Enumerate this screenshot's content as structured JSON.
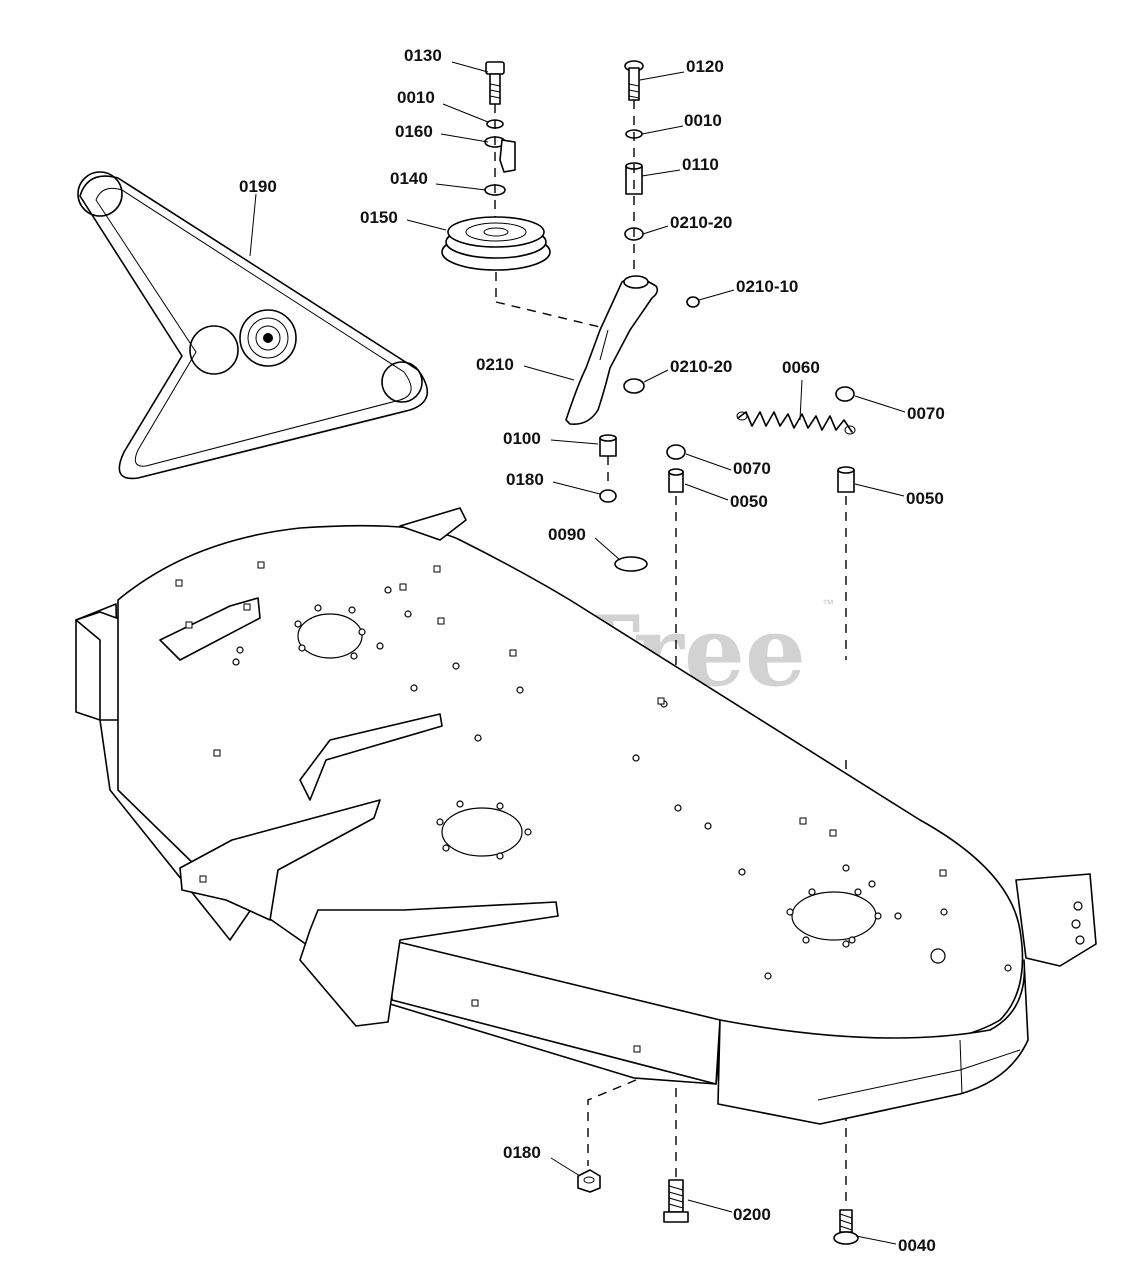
{
  "watermark": {
    "text": "PartsTree",
    "trademark": "™"
  },
  "labels": {
    "p0130": "0130",
    "p0120": "0120",
    "p0010a": "0010",
    "p0010b": "0010",
    "p0160": "0160",
    "p0110": "0110",
    "p0140": "0140",
    "p0190": "0190",
    "p0150": "0150",
    "p0210_20a": "0210-20",
    "p0210_10": "0210-10",
    "p0210": "0210",
    "p0210_20b": "0210-20",
    "p0060": "0060",
    "p0070a": "0070",
    "p0100": "0100",
    "p0070b": "0070",
    "p0180a": "0180",
    "p0050a": "0050",
    "p0050b": "0050",
    "p0090": "0090",
    "p0180b": "0180",
    "p0200": "0200",
    "p0040": "0040"
  }
}
